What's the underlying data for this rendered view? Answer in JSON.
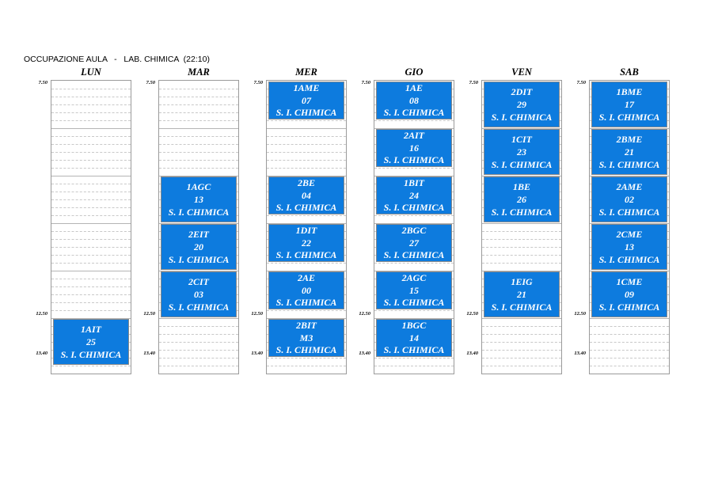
{
  "header": {
    "title": "OCCUPAZIONE AULA   -   LAB. CHIMICA  (22:10)"
  },
  "time_labels": {
    "start": "7.50",
    "mid": "12.50",
    "end": "13.40"
  },
  "colors": {
    "block_bg": "#0d7bde",
    "block_text": "#ffffff"
  },
  "days": [
    {
      "name": "LUN",
      "blocks": [
        {
          "slot": 5,
          "class": "1AIT",
          "code": "25",
          "room": "S. I. CHIMICA"
        }
      ]
    },
    {
      "name": "MAR",
      "blocks": [
        {
          "slot": 2,
          "class": "1AGC",
          "code": "13",
          "room": "S. I. CHIMICA"
        },
        {
          "slot": 3,
          "class": "2EIT",
          "code": "20",
          "room": "S. I. CHIMICA"
        },
        {
          "slot": 4,
          "class": "2CIT",
          "code": "03",
          "room": "S. I. CHIMICA"
        }
      ]
    },
    {
      "name": "MER",
      "blocks": [
        {
          "slot": 0,
          "class": "1AME",
          "code": "07",
          "room": "S. I. CHIMICA"
        },
        {
          "slot": 2,
          "class": "2BE",
          "code": "04",
          "room": "S. I. CHIMICA"
        },
        {
          "slot": 3,
          "class": "1DIT",
          "code": "22",
          "room": "S. I. CHIMICA"
        },
        {
          "slot": 4,
          "class": "2AE",
          "code": "00",
          "room": "S. I. CHIMICA"
        },
        {
          "slot": 5,
          "class": "2BIT",
          "code": "M3",
          "room": "S. I. CHIMICA"
        }
      ]
    },
    {
      "name": "GIO",
      "blocks": [
        {
          "slot": 0,
          "class": "1AE",
          "code": "08",
          "room": "S. I. CHIMICA"
        },
        {
          "slot": 1,
          "class": "2AIT",
          "code": "16",
          "room": "S. I. CHIMICA"
        },
        {
          "slot": 2,
          "class": "1BIT",
          "code": "24",
          "room": "S. I. CHIMICA"
        },
        {
          "slot": 3,
          "class": "2BGC",
          "code": "27",
          "room": "S. I. CHIMICA"
        },
        {
          "slot": 4,
          "class": "2AGC",
          "code": "15",
          "room": "S. I. CHIMICA"
        },
        {
          "slot": 5,
          "class": "1BGC",
          "code": "14",
          "room": "S. I. CHIMICA"
        }
      ]
    },
    {
      "name": "VEN",
      "blocks": [
        {
          "slot": 0,
          "class": "2DIT",
          "code": "29",
          "room": "S. I. CHIMICA"
        },
        {
          "slot": 1,
          "class": "1CIT",
          "code": "23",
          "room": "S. I. CHIMICA"
        },
        {
          "slot": 2,
          "class": "1BE",
          "code": "26",
          "room": "S. I. CHIMICA"
        },
        {
          "slot": 4,
          "class": "1EIG",
          "code": "21",
          "room": "S. I. CHIMICA"
        }
      ]
    },
    {
      "name": "SAB",
      "blocks": [
        {
          "slot": 0,
          "class": "1BME",
          "code": "17",
          "room": "S. I. CHIMICA"
        },
        {
          "slot": 1,
          "class": "2BME",
          "code": "21",
          "room": "S. I. CHIMICA"
        },
        {
          "slot": 2,
          "class": "2AME",
          "code": "02",
          "room": "S. I. CHIMICA"
        },
        {
          "slot": 3,
          "class": "2CME",
          "code": "13",
          "room": "S. I. CHIMICA"
        },
        {
          "slot": 4,
          "class": "1CME",
          "code": "09",
          "room": "S. I. CHIMICA"
        }
      ]
    }
  ]
}
